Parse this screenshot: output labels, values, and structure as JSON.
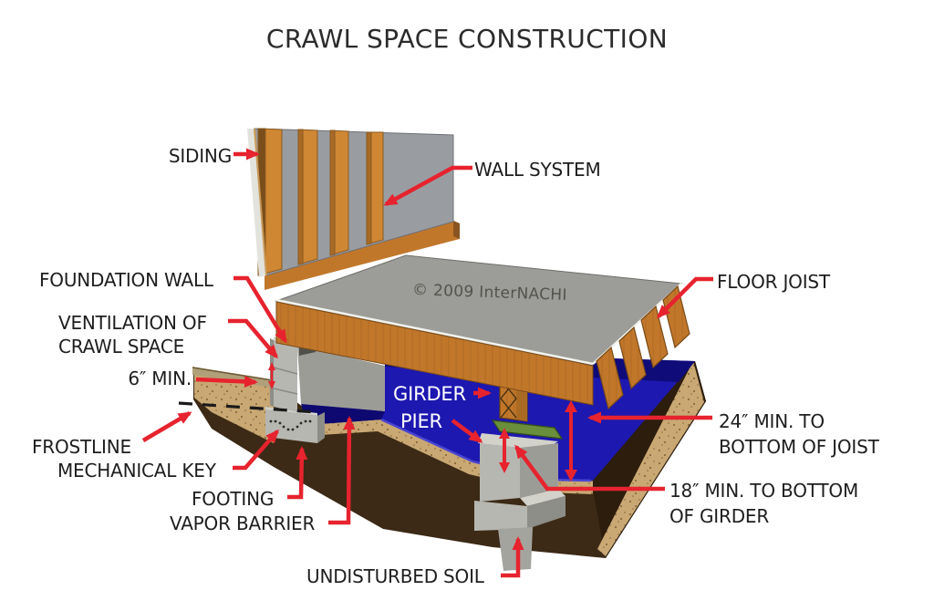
{
  "palette": {
    "red": "#e6232e",
    "blue": "#1d18b0",
    "blueDark": "#0f0b78",
    "blueEdge": "#0d0970",
    "wood": "#c1772a",
    "woodDark": "#8a5420",
    "woodEdge": "#7a4a16",
    "stud": "#cf8733",
    "sheathing": "#999da2",
    "grayFloor": "#9c9c98",
    "concrete": "#b7b7b1",
    "concreteLight": "#d2d2ca",
    "concreteShade": "#9c9c96",
    "concreteDark": "#8e8e88",
    "tan": "#c9a873",
    "tanTop": "#b0a079",
    "soil": "#3c2a16",
    "soilDark": "#2c1d0c",
    "green": "#6a8f3c",
    "text": "#1e1e1e",
    "white": "#ffffff"
  },
  "labels": {
    "title": "CRAWL SPACE CONSTRUCTION",
    "siding": "SIDING",
    "wall_system": "WALL SYSTEM",
    "foundation_wall": "FOUNDATION WALL",
    "ventilation": "VENTILATION OF\nCRAWL SPACE",
    "six_min": "6″ MIN.",
    "frostline": "FROSTLINE",
    "mechanical_key": "MECHANICAL KEY",
    "footing": "FOOTING",
    "vapor_barrier": "VAPOR BARRIER",
    "girder": "GIRDER",
    "pier": "PIER",
    "floor_joist": "FLOOR JOIST",
    "min_24": "24″ MIN. TO\nBOTTOM OF JOIST",
    "min_18": "18″ MIN. TO BOTTOM\nOF GIRDER",
    "undisturbed_soil": "UNDISTURBED SOIL",
    "copyright": "© 2009  InterNACHI"
  },
  "measurements": {
    "ventilation_clearance": "6″ MIN.",
    "joist_clearance": "24″ MIN. TO BOTTOM OF JOIST",
    "girder_clearance": "18″ MIN. TO BOTTOM OF GIRDER"
  }
}
